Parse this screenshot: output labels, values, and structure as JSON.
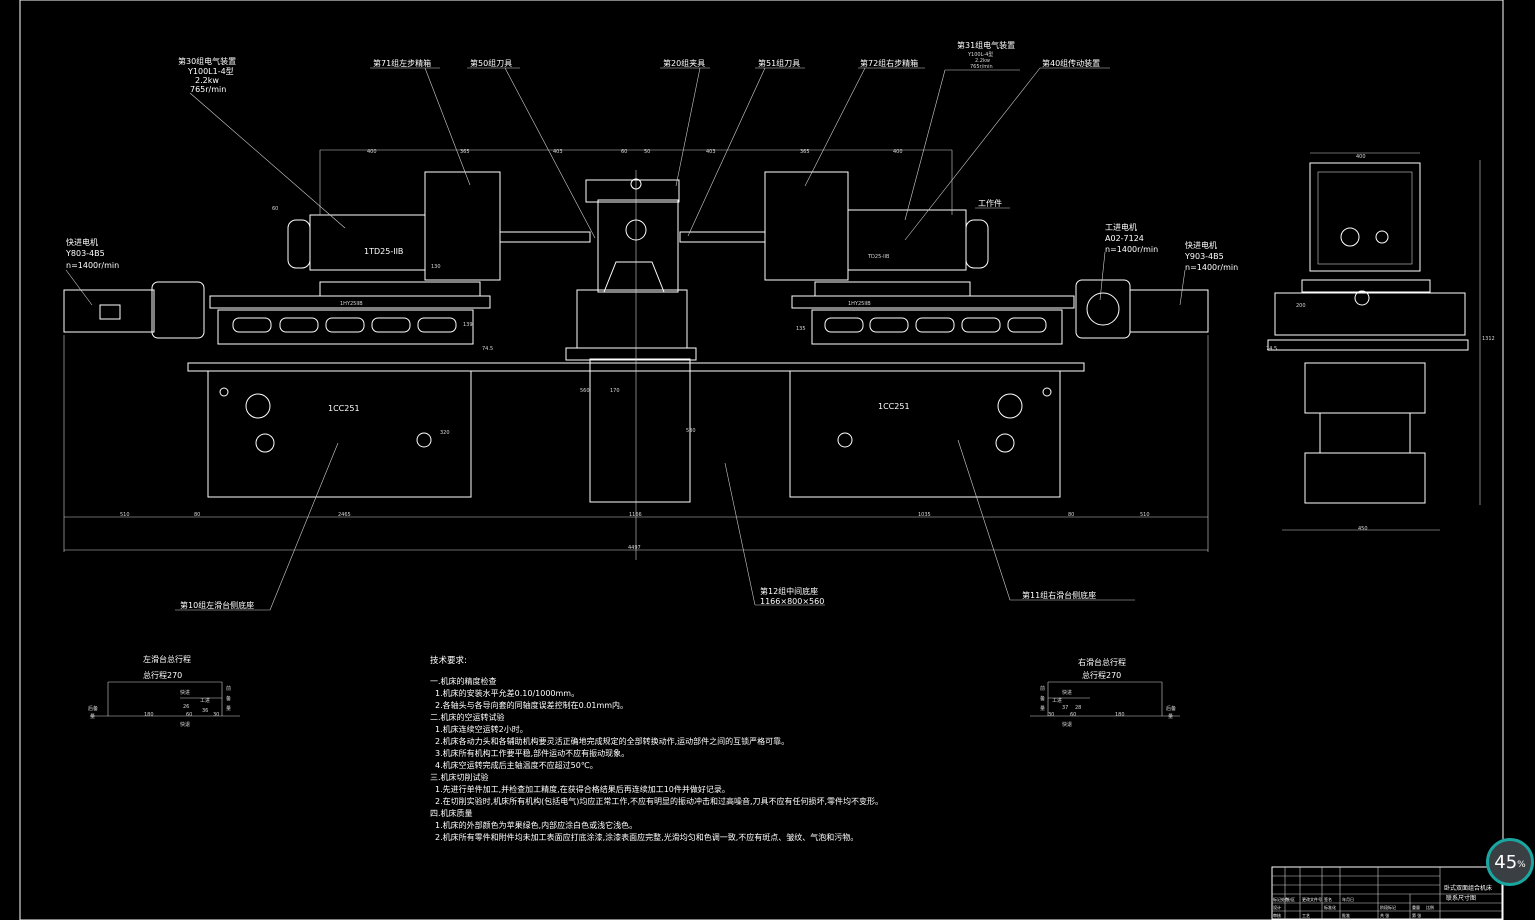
{
  "drawing": {
    "callouts": {
      "c30": [
        "第30组电气装置",
        "Y100L1-4型",
        "2.2kw",
        "765r/min"
      ],
      "c71": "第71组左步精箱",
      "c50": "第50组刀具",
      "c20": "第20组夹具",
      "c51": "第51组刀具",
      "c72": "第72组右步精箱",
      "c31": [
        "第31组电气装置",
        "Y100L-4型",
        "2.2kw",
        "765r/min"
      ],
      "c40": "第40组传动装置",
      "workpiece": "工作件",
      "fast_left": [
        "快进电机",
        "Y803-4B5",
        "n=1400r/min"
      ],
      "feed_right": [
        "工进电机",
        "A02-7124",
        "n=1400r/min"
      ],
      "fast_right": [
        "快进电机",
        "Y903-4B5",
        "n=1400r/min"
      ],
      "c10": "第10组左滑台侧底座",
      "c12": [
        "第12组中间底座",
        "1166×800×560"
      ],
      "c11": "第11组右滑台侧底座"
    },
    "part_labels": {
      "head_left": "1TD25-IIB",
      "head_right": "TD25-IIB",
      "slide_left": "1HY25IIB",
      "slide_right": "1HY25IIB",
      "base_left": "1CC251",
      "base_right": "1CC251"
    },
    "dims": {
      "d400a": "400",
      "d365": "365",
      "d403": "403",
      "d60a": "60",
      "d50": "50",
      "d403b": "403",
      "d365b": "365",
      "d400b": "400",
      "d60b": "60",
      "d130": "130",
      "d135": "135",
      "d320": "320",
      "d560": "560",
      "d170": "170",
      "d510a": "510",
      "d80a": "80",
      "d2465": "2465",
      "d1166": "1166",
      "d1035": "1035",
      "d80b": "80",
      "d510b": "510",
      "d4497": "4497",
      "d139": "139",
      "d74a": "74.5",
      "d530": "530",
      "d400s": "400",
      "d200": "200",
      "d450": "450",
      "d1312": "1312",
      "d74b": "74.5"
    },
    "stroke_left": {
      "title": "左滑台总行程",
      "total": "总行程270",
      "fast1": "快进",
      "feed": "工进",
      "n26": "26",
      "n60": "60",
      "n36": "36",
      "n180": "180",
      "n30": "30",
      "back": [
        "后备",
        "量"
      ],
      "front": [
        "前",
        "备",
        "量"
      ],
      "fast2": "快退"
    },
    "stroke_right": {
      "title": "右滑台总行程",
      "total": "总行程270",
      "fast1": "快进",
      "feed": "工进",
      "n37": "37",
      "n26": "28",
      "n60": "60",
      "n180": "180",
      "n30": "30",
      "front": [
        "前",
        "备",
        "量"
      ],
      "back": [
        "后备",
        "量"
      ],
      "fast2": "快退"
    },
    "tech": {
      "title": "技术要求:",
      "lines": [
        "一.机床的精度检查",
        "1.机床的安装水平允差0.10/1000mm。",
        "2.各轴头与各导向套的同轴度误差控制在0.01mm内。",
        "二.机床的空运转试验",
        "1.机床连续空运转2小时。",
        "2.机床各动力头和各辅助机构要灵活正确地完成规定的全部转换动作,运动部件之间的互锁严格可靠。",
        "3.机床所有机构工作要平稳,部件运动不应有振动现象。",
        "4.机床空运转完成后主轴温度不应超过50℃。",
        "三.机床切削试验",
        "1.先进行单件加工,并检查加工精度,在获得合格结果后再连续加工10件并做好记录。",
        "2.在切削实验时,机床所有机构(包括电气)均应正常工作,不应有明显的振动冲击和过高噪音,刀具不应有任何损坏,零件均不变形。",
        "四.机床质量",
        "1.机床的外部颜色为苹果绿色,内部应涂白色或浅它浅色。",
        "2.机床所有零件和附件均未加工表面应打底涂漆,涂漆表面应完整,光滑均匀和色调一致,不应有斑点、皱纹、气泡和污物。"
      ]
    },
    "titleblock": {
      "title": [
        "卧式双面组合机床",
        "联系尺寸图"
      ],
      "cells": [
        "标记处数",
        "分区",
        "更改文件号",
        "签名",
        "年月日",
        "设计",
        "标准化",
        "阶段标记",
        "重量",
        "比例",
        "审核",
        "工艺",
        "批准",
        "共 张",
        "第 张"
      ]
    }
  },
  "status": {
    "zoom_value": "45",
    "zoom_unit": "%"
  }
}
